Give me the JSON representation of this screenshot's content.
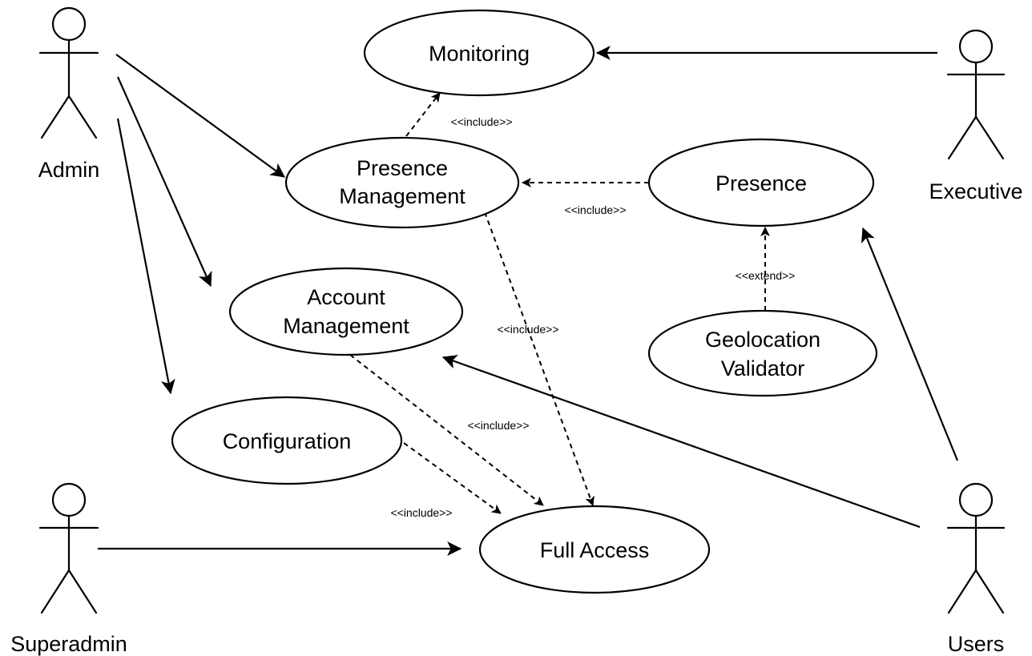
{
  "actors": {
    "admin": "Admin",
    "executive": "Executive",
    "superadmin": "Superadmin",
    "users": "Users"
  },
  "use_cases": {
    "monitoring": "Monitoring",
    "presence_management": [
      "Presence",
      "Management"
    ],
    "presence": "Presence",
    "account_management": [
      "Account",
      "Management"
    ],
    "geolocation_validator": [
      "Geolocation",
      "Validator"
    ],
    "configuration": "Configuration",
    "full_access": "Full Access"
  },
  "relations": {
    "pm_to_monitoring": "<<include>>",
    "presence_to_pm": "<<include>>",
    "geo_to_presence": "<<extend>>",
    "pm_to_full": "<<include>>",
    "am_to_full": "<<include>>",
    "config_to_full": "<<include>>"
  }
}
